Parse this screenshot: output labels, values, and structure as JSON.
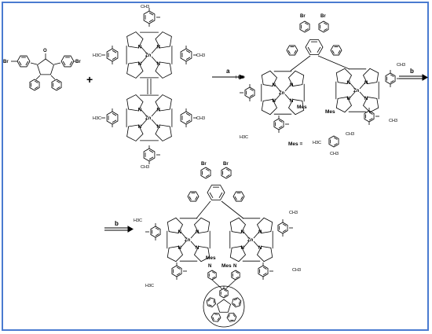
{
  "reaction": {
    "plus": "+",
    "step1_label": "a",
    "step2_label": "b",
    "step3_label": "b",
    "mes_definition": "Mes =",
    "atoms": {
      "br": "Br",
      "zn": "Zn",
      "n": "N",
      "o": "O",
      "h3c": "H3C",
      "ch3": "CH3",
      "mes": "Mes"
    }
  },
  "colors": {
    "frame": "#4a7bd0",
    "bond": "#000000"
  }
}
